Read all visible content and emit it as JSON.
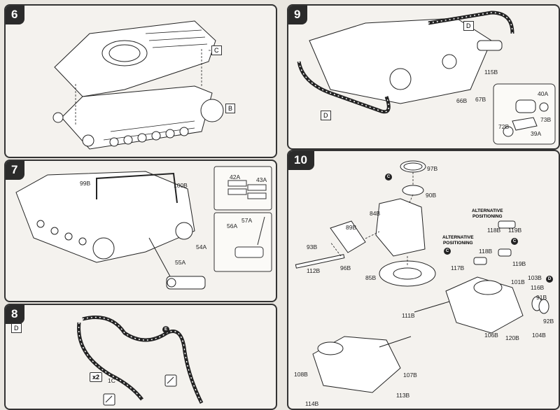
{
  "step6": {
    "num": "6",
    "box_c": "C",
    "box_b": "B"
  },
  "step7": {
    "num": "7",
    "parts": [
      "99B",
      "100B",
      "54A",
      "55A",
      "42A",
      "43A",
      "56A",
      "57A"
    ]
  },
  "step8": {
    "num": "8",
    "box_d": "D",
    "qty": "x2",
    "part_1c": "1C",
    "marker_e": "E"
  },
  "step9": {
    "num": "9",
    "box_d_top": "D",
    "box_d_left": "D",
    "parts": [
      "115B",
      "66B",
      "67B",
      "40A",
      "73B",
      "72B",
      "39A"
    ]
  },
  "step10": {
    "num": "10",
    "alt_top": "ALTERNATIVE\nPOSITIONING",
    "alt_left": "ALTERNATIVE\nPOSITIONING",
    "markers": [
      "C",
      "C",
      "C",
      "D"
    ],
    "parts": [
      "97B",
      "90B",
      "84B",
      "89B",
      "93B",
      "112B",
      "96B",
      "85B",
      "118B",
      "119B",
      "117B",
      "118B",
      "119B",
      "103B",
      "101B",
      "116B",
      "91B",
      "92B",
      "111B",
      "106B",
      "120B",
      "104B",
      "108B",
      "107B",
      "113B",
      "114B"
    ]
  }
}
